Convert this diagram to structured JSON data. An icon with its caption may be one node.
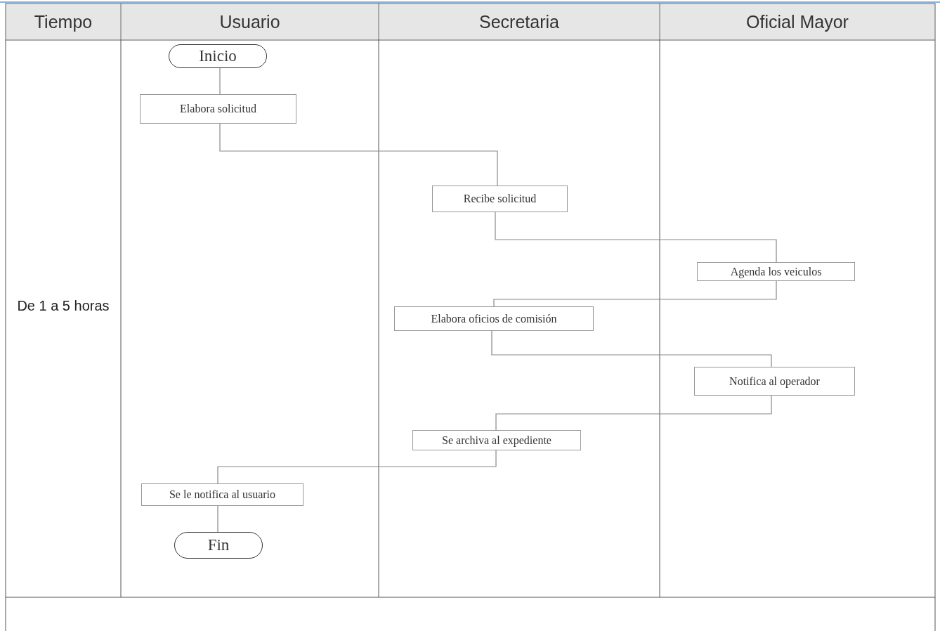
{
  "diagram": {
    "nodes": [
      {
        "text": [
          "Tiempo"
        ]
      },
      {
        "text": [
          "Usuario"
        ]
      },
      {
        "text": [
          "Secretaria"
        ]
      },
      {
        "text": [
          "Oficial Mayor"
        ]
      },
      {
        "text": [
          "Inicio"
        ]
      },
      {
        "text": [
          "Elabora solicitud"
        ]
      },
      {
        "text": [
          "Recibe solicitud"
        ]
      },
      {
        "text": [
          "Agenda los veiculos"
        ]
      },
      {
        "text": [
          "Elabora oficios de comisión"
        ]
      },
      {
        "text": [
          "Notifica al operador"
        ]
      },
      {
        "text": [
          "Se archiva al expediente"
        ]
      },
      {
        "text": [
          "Se le notifica al usuario"
        ]
      },
      {
        "text": [
          "Fin"
        ]
      }
    ],
    "edges": [
      {
        "from": 4,
        "to": 5,
        "arrow": "none"
      },
      {
        "from": 5,
        "to": 6,
        "arrow": "none"
      },
      {
        "from": 6,
        "to": 7,
        "arrow": "none"
      },
      {
        "from": 7,
        "to": 8,
        "arrow": "none"
      },
      {
        "from": 8,
        "to": 9,
        "arrow": "none"
      },
      {
        "from": 9,
        "to": 10,
        "arrow": "none"
      },
      {
        "from": 10,
        "to": 11,
        "arrow": "none"
      },
      {
        "from": 11,
        "to": 12,
        "arrow": "none"
      }
    ],
    "labels": [
      "De 1 a 5 horas"
    ]
  }
}
